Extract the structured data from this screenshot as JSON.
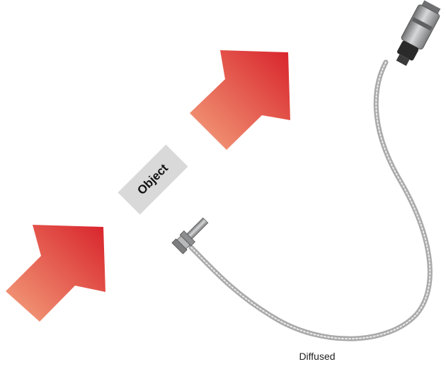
{
  "object_label": "Object",
  "caption": "Diffused",
  "arrow_gradient": {
    "light": "#f4a37e",
    "dark": "#d8232b"
  },
  "cable_color": "#a9aaa9",
  "sensor_body_color": "#8e8f90",
  "icons": [
    "light-beam-arrow",
    "fiber-optic-cable",
    "sensor-amplifier",
    "sensor-head"
  ]
}
